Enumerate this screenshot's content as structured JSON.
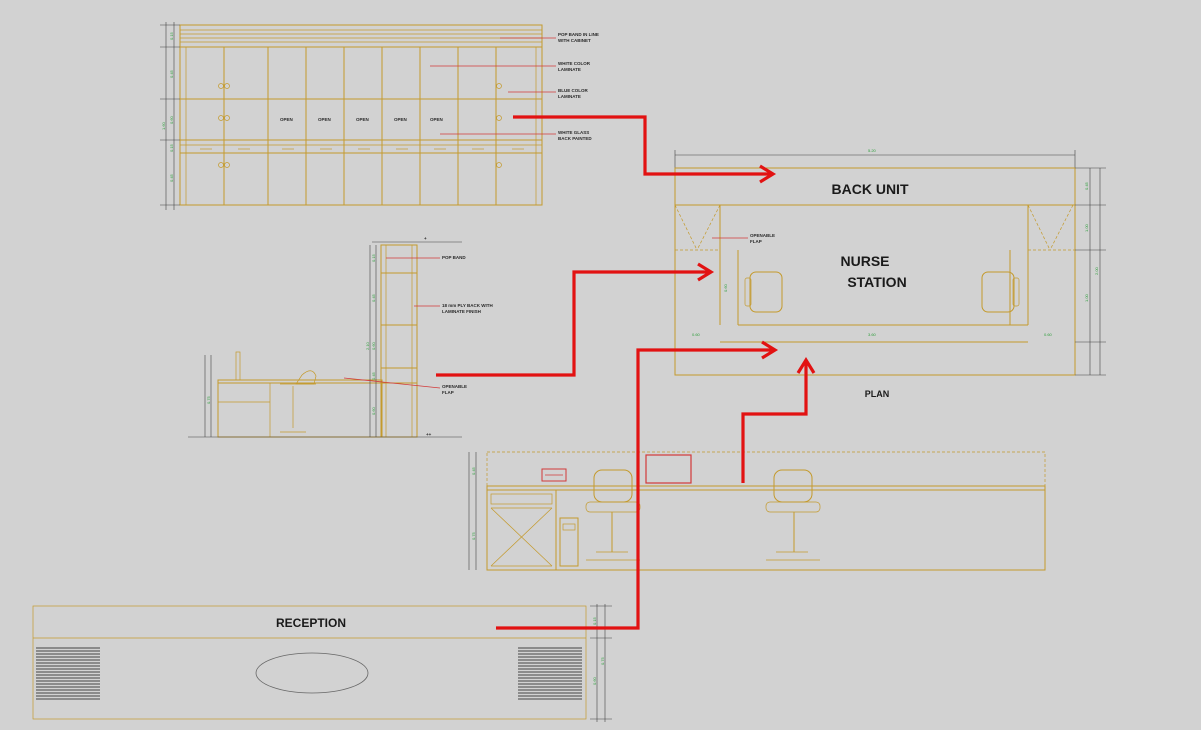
{
  "drawing": {
    "background_color": "#d2d2d2",
    "line_color": "#c49a2c",
    "arrow_color": "#e21212",
    "dimension_color": "#2e9e3c",
    "labels": {
      "back_unit": "BACK UNIT",
      "nurse_station_line1": "NURSE",
      "nurse_station_line2": "STATION",
      "plan": "PLAN",
      "reception": "RECEPTION"
    },
    "cabinet_notes": [
      "POP BAND IN LINE",
      "WITH CABINET",
      "WHITE COLOR",
      "LAMINATE",
      "BLUE COLOR",
      "LAMINATE",
      "WHITE GLASS",
      "BACK PAINTED"
    ],
    "cabinet_open_labels": [
      "OPEN",
      "OPEN",
      "OPEN",
      "OPEN",
      "OPEN"
    ],
    "section_notes": [
      "POP BAND",
      "18 mm PLY BACK WITH",
      "LAMINATE FINISH",
      "OPENABLE",
      "FLAP"
    ],
    "plan_notes": [
      "OPENABLE",
      "FLAP"
    ],
    "plan_dims": {
      "overall": "5.20",
      "left": "0.60",
      "center": "3.60",
      "right": "0.60",
      "side": "0.60",
      "r1": "0.45",
      "r2": "1.00",
      "r3": "2.00",
      "r4": "1.00"
    },
    "cabinet_dims": [
      "0.15",
      "0.45",
      "0.60",
      "0.15",
      "0.45",
      "1.60"
    ],
    "section_dims": [
      "0.15",
      "0.45",
      "0.60",
      "0.45",
      "0.60",
      "0.75",
      "2.10"
    ],
    "elevation_dims": [
      "0.75",
      "0.45"
    ],
    "reception_dims": [
      "0.15",
      "0.60",
      "0.75"
    ]
  }
}
